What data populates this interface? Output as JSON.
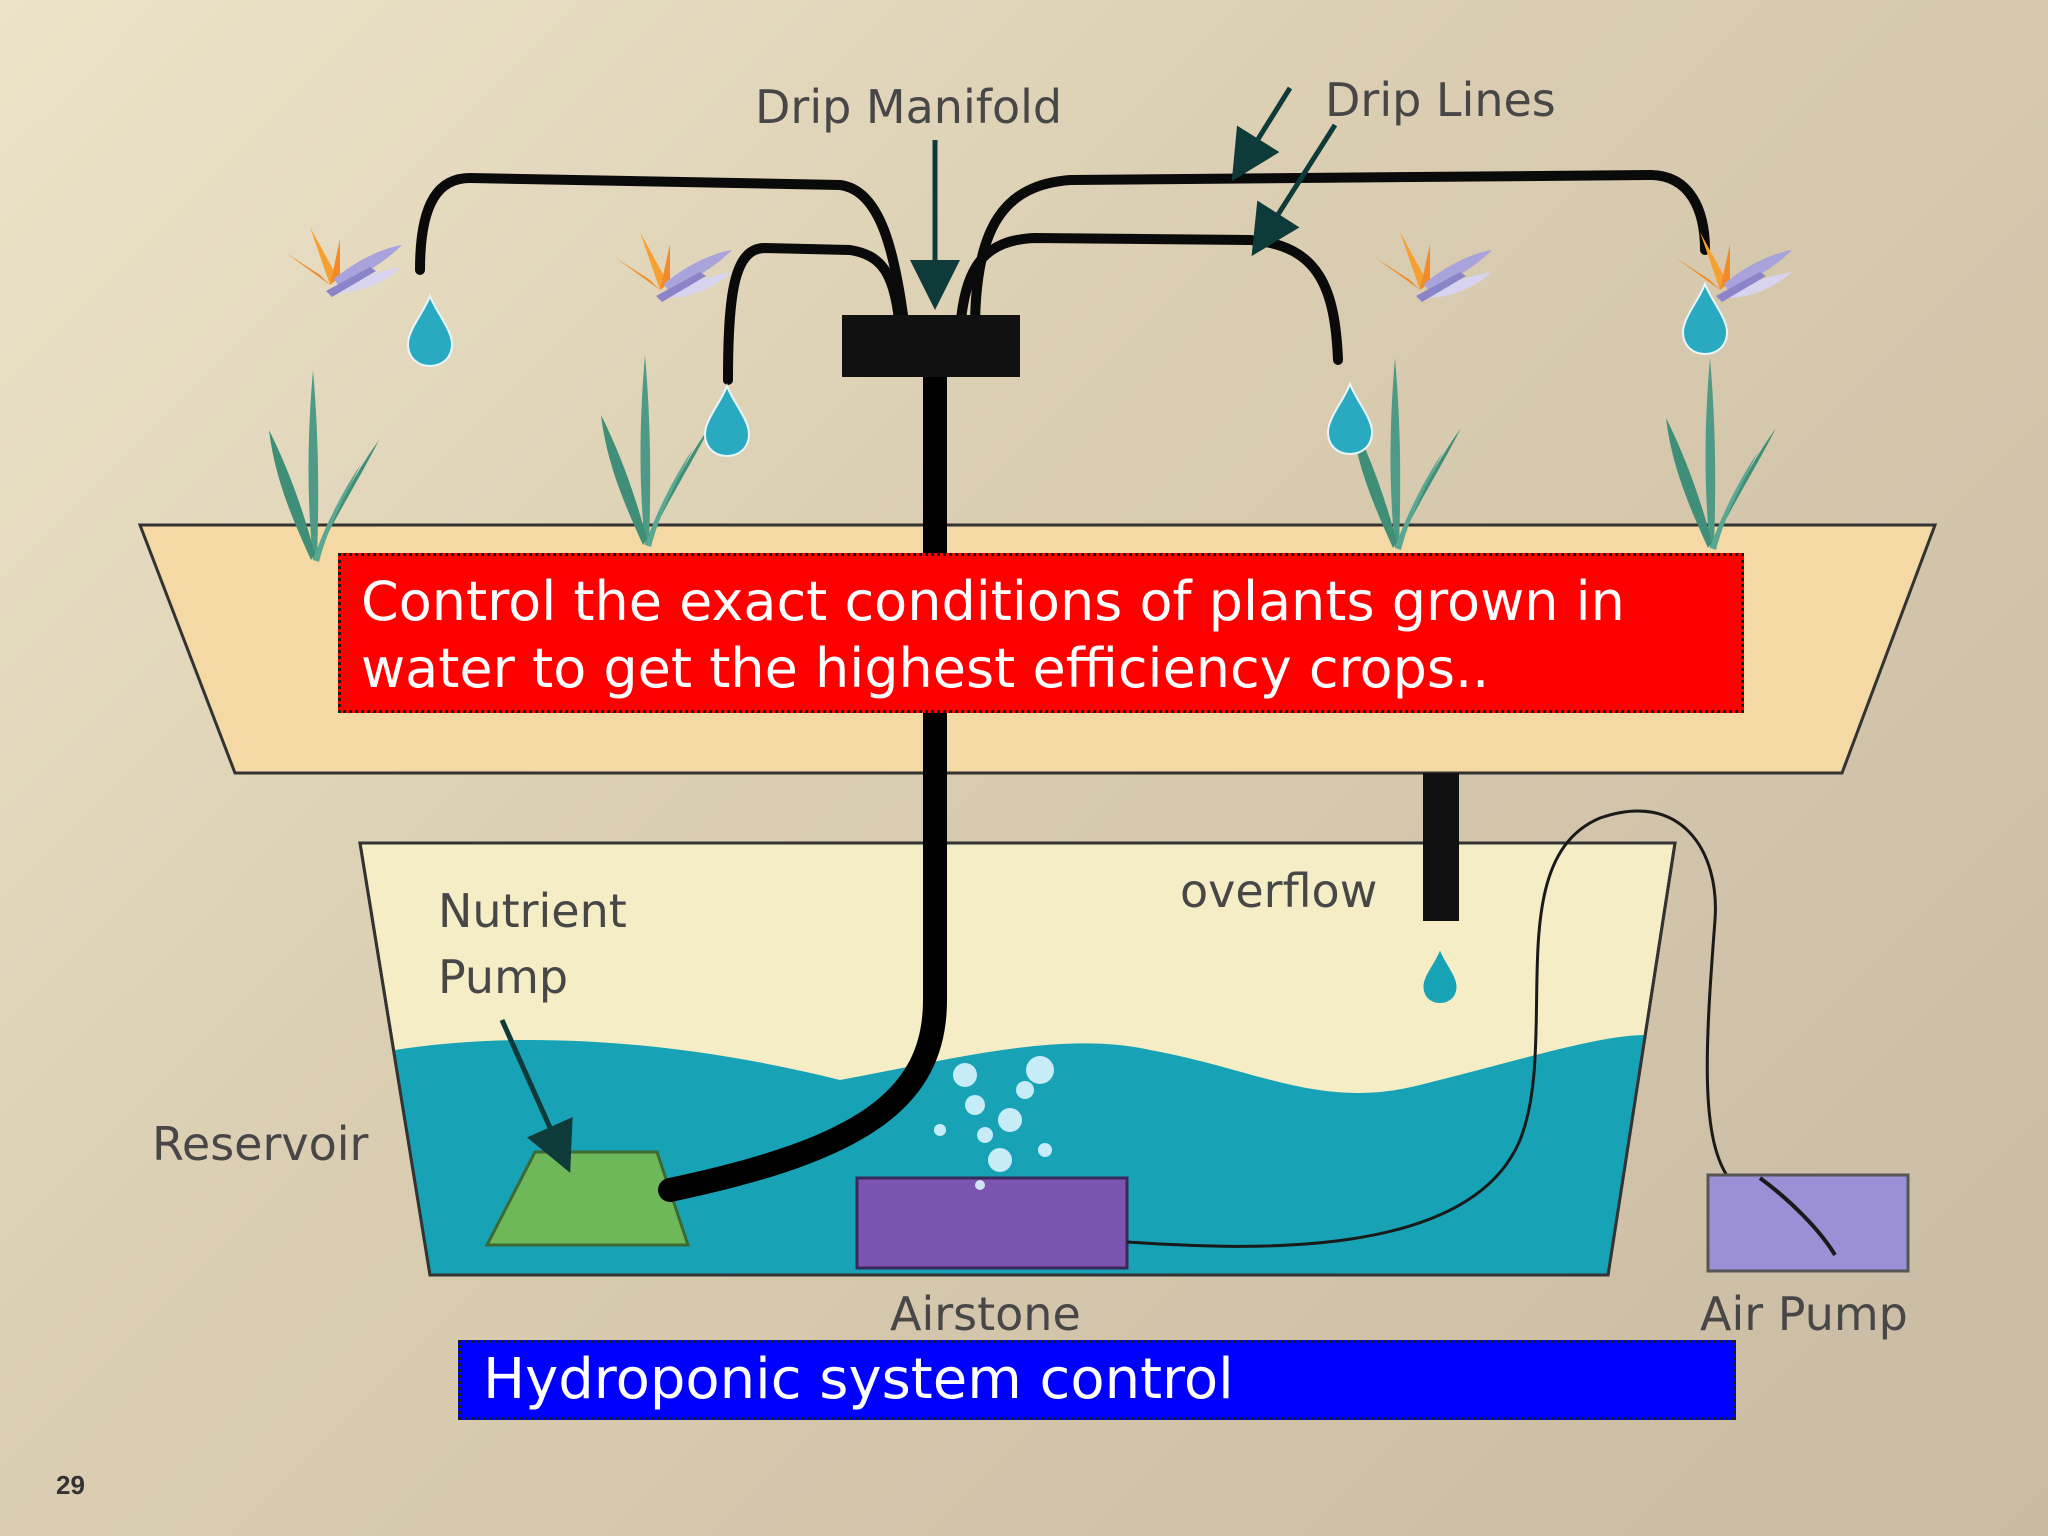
{
  "labels": {
    "drip_manifold": "Drip Manifold",
    "drip_lines": "Drip Lines",
    "nutrient_pump_line1": "Nutrient",
    "nutrient_pump_line2": "Pump",
    "overflow": "overflow",
    "reservoir": "Reservoir",
    "airstone": "Airstone",
    "air_pump": "Air Pump"
  },
  "callout_main": {
    "line1": "Control the exact conditions of plants grown in",
    "line2": "water to get the highest efficiency crops.."
  },
  "caption": "Hydroponic system control",
  "slide_number": "29",
  "colors": {
    "callout_red": "#ff0000",
    "caption_blue": "#0000ff",
    "water": "#17a3b5",
    "tray": "#f5d9a4",
    "nutrient_pump": "#6fb85a",
    "airstone": "#7b54b0",
    "air_pump": "#9b8fd6"
  },
  "icons": [
    "plant-icon",
    "water-drop-icon",
    "flower-icon",
    "arrow-icon"
  ]
}
